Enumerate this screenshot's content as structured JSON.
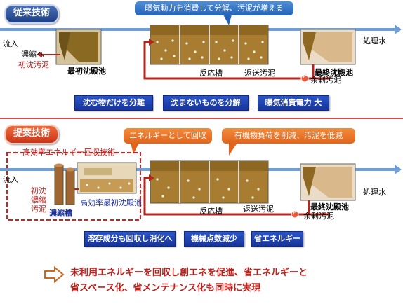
{
  "conventional": {
    "title": "従来技術",
    "callout": "曝気動力を消費して分解、汚泥が増える",
    "inflow": "流入",
    "thicken": "濃縮へ",
    "primary_sludge": "初沈汚泥",
    "primary_tank": "最初沈殿池",
    "reactor": "反応槽",
    "return_sludge": "返送汚泥",
    "final_tank": "最終沈殿池",
    "effluent": "処理水",
    "excess_sludge": "余剰汚泥",
    "pump": "P",
    "features": [
      "沈む物だけを分離",
      "沈まないものを分解",
      "曝気消費電力 大"
    ]
  },
  "proposed": {
    "title": "提案技術",
    "callout_energy": "エネルギーとして回収",
    "callout_load": "有機物負荷を削減、汚泥を低減",
    "recovery_tech": "高効率エネルギー回収技術",
    "inflow": "流入",
    "sludge_lines": [
      "初沈",
      "濃縮",
      "汚泥"
    ],
    "thickener": "濃縮槽",
    "hi_eff_tank": "高効率最初沈殿池",
    "reactor": "反応槽",
    "return_sludge": "返送汚泥",
    "final_tank": "最終沈殿池",
    "effluent": "処理水",
    "excess_sludge": "余剰汚泥",
    "pump": "P",
    "features": [
      "溶存成分も回収し消化へ",
      "機械点数減少",
      "省エネルギー"
    ]
  },
  "conclusion": {
    "line1": "未利用エネルギーを回収し創エネを促進、省エネルギーと",
    "line2": "省スペース化、省メンテナンス化も同時に実現"
  }
}
